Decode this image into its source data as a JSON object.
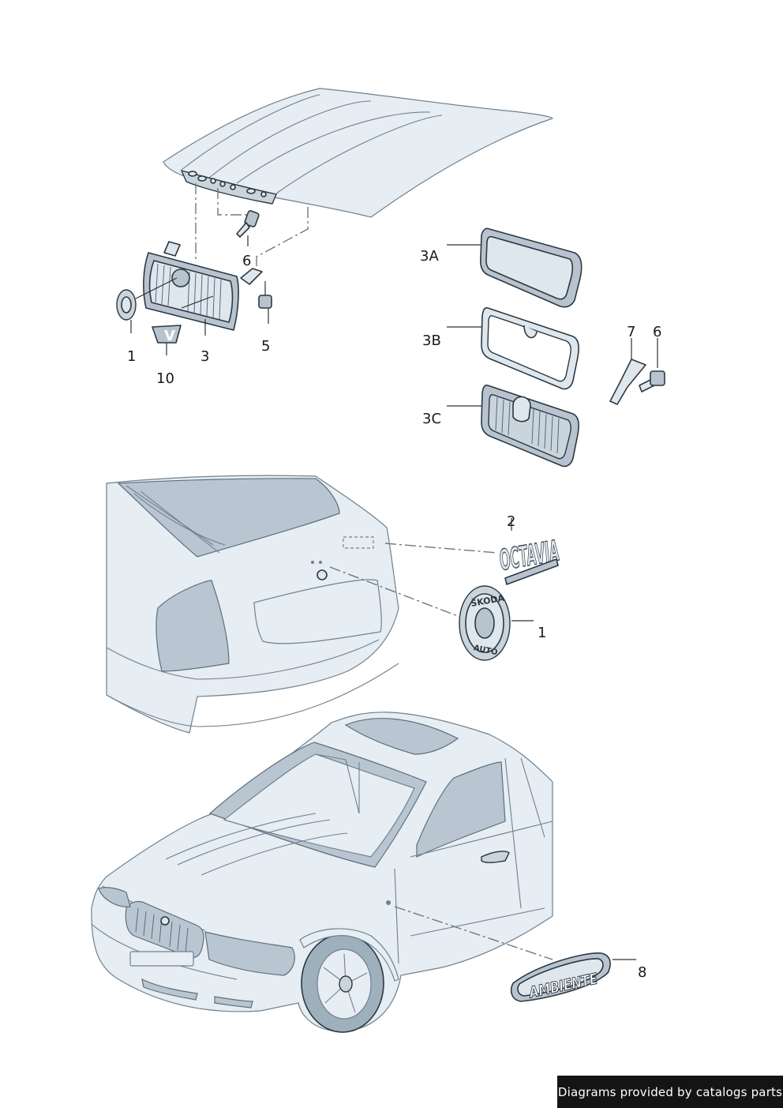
{
  "callouts": {
    "c1_top": "1",
    "c10": "10",
    "c3": "3",
    "c5": "5",
    "c6_top": "6",
    "c3a": "3A",
    "c3b": "3B",
    "c3c": "3C",
    "c7": "7",
    "c6_right": "6",
    "c2": "2",
    "c1_rear": "1",
    "c8": "8"
  },
  "badges": {
    "octavia": "OCTAVIA",
    "ambiente": "AMBIENTE",
    "skoda_top": "ŠKODA",
    "auto": "AUTO",
    "vrs": "V"
  },
  "credit": "Diagrams provided by catalogs parts",
  "colors": {
    "part_fill": "#dfe7ee",
    "part_shade": "#b7c4cf",
    "outline": "#2c3840",
    "body_fill": "#e6edf3",
    "credit_bg": "#141414"
  }
}
